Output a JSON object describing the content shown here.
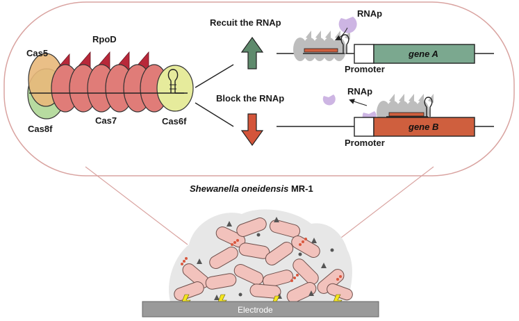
{
  "complex": {
    "rpod": "RpoD",
    "cas5": "Cas5",
    "cas8f": "Cas8f",
    "cas7": "Cas7",
    "cas6f": "Cas6f"
  },
  "upper": {
    "action": "Recuit the RNAp",
    "rnap": "RNAp",
    "gene": "gene A",
    "promoter": "Promoter",
    "gene_color": "#7ba88f",
    "arrow_color": "#5e8a6c"
  },
  "lower": {
    "action": "Block the RNAp",
    "rnap": "RNAp",
    "gene": "gene B",
    "promoter": "Promoter",
    "gene_color": "#cf5f3e",
    "arrow_color": "#d4553a"
  },
  "organism": {
    "italic_part": "Shewanella oneidensis",
    "regular_part": " MR-1"
  },
  "electrode": {
    "label": "Electrode"
  },
  "colors": {
    "outline": "#d9a3a0",
    "cas7_fill": "#e07c78",
    "rpod_fill": "#b8283a",
    "cas5_fill": "#e8b87a",
    "cas8f_fill": "#b7dba0",
    "cas6f_fill": "#e6eb9c",
    "rnap_fill": "#cdb5e3",
    "cell_fill": "#f2c2bc",
    "biofilm_fill": "#e7e7e7",
    "electrode_fill": "#9a9a9a"
  }
}
